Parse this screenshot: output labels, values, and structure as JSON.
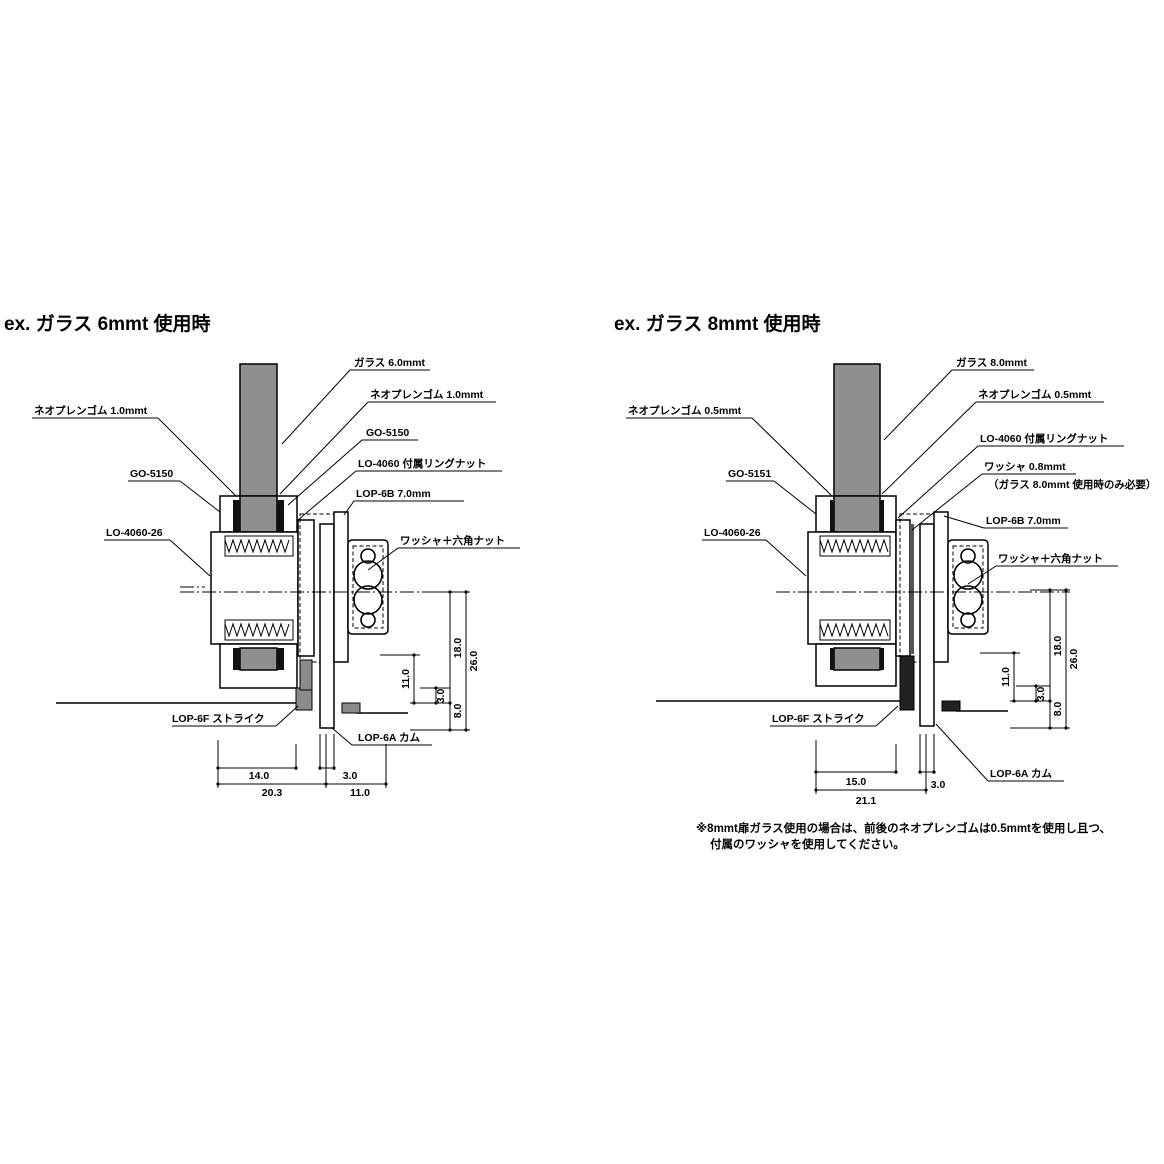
{
  "left": {
    "title": "ex. ガラス 6mmt 使用時",
    "labels": {
      "glass": "ガラス 6.0mmt",
      "neoprene_right": "ネオプレンゴム 1.0mmt",
      "neoprene_left": "ネオプレンゴム 1.0mmt",
      "go_right": "GO-5150",
      "go_left": "GO-5150",
      "ring_nut": "LO-4060 付属リングナット",
      "lop6b": "LOP-6B 7.0mm",
      "washer_nut": "ワッシャ＋六角ナット",
      "lo4060": "LO-4060-26",
      "strike": "LOP-6F ストライク",
      "cam": "LOP-6A カム"
    },
    "dims": {
      "d18": "18.0",
      "d26": "26.0",
      "d11v": "11.0",
      "d3v": "3.0",
      "d8": "8.0",
      "d14": "14.0",
      "d3h": "3.0",
      "d203": "20.3",
      "d11h": "11.0"
    }
  },
  "right": {
    "title": "ex. ガラス 8mmt 使用時",
    "labels": {
      "glass": "ガラス 8.0mmt",
      "neoprene_right": "ネオプレンゴム 0.5mmt",
      "neoprene_left": "ネオプレンゴム 0.5mmt",
      "ring_nut": "LO-4060 付属リングナット",
      "washer": "ワッシャ 0.8mmt",
      "washer_note": "（ガラス 8.0mmt 使用時のみ必要）",
      "go_left": "GO-5151",
      "lop6b": "LOP-6B 7.0mm",
      "washer_nut": "ワッシャ＋六角ナット",
      "lo4060": "LO-4060-26",
      "strike": "LOP-6F ストライク",
      "cam": "LOP-6A カム"
    },
    "dims": {
      "d18": "18.0",
      "d26": "26.0",
      "d11v": "11.0",
      "d3v": "3.0",
      "d8": "8.0",
      "d15": "15.0",
      "d3h": "3.0",
      "d211": "21.1"
    }
  },
  "note": {
    "line1": "※8mmt扉ガラス使用の場合は、前後のネオプレンゴムは0.5mmtを使用し且つ、",
    "line2": "付属のワッシャを使用してください。"
  },
  "colors": {
    "glass": "#8f8f8f",
    "rubber": "#111111",
    "strike": "#8a8a8a",
    "line": "#000000"
  }
}
